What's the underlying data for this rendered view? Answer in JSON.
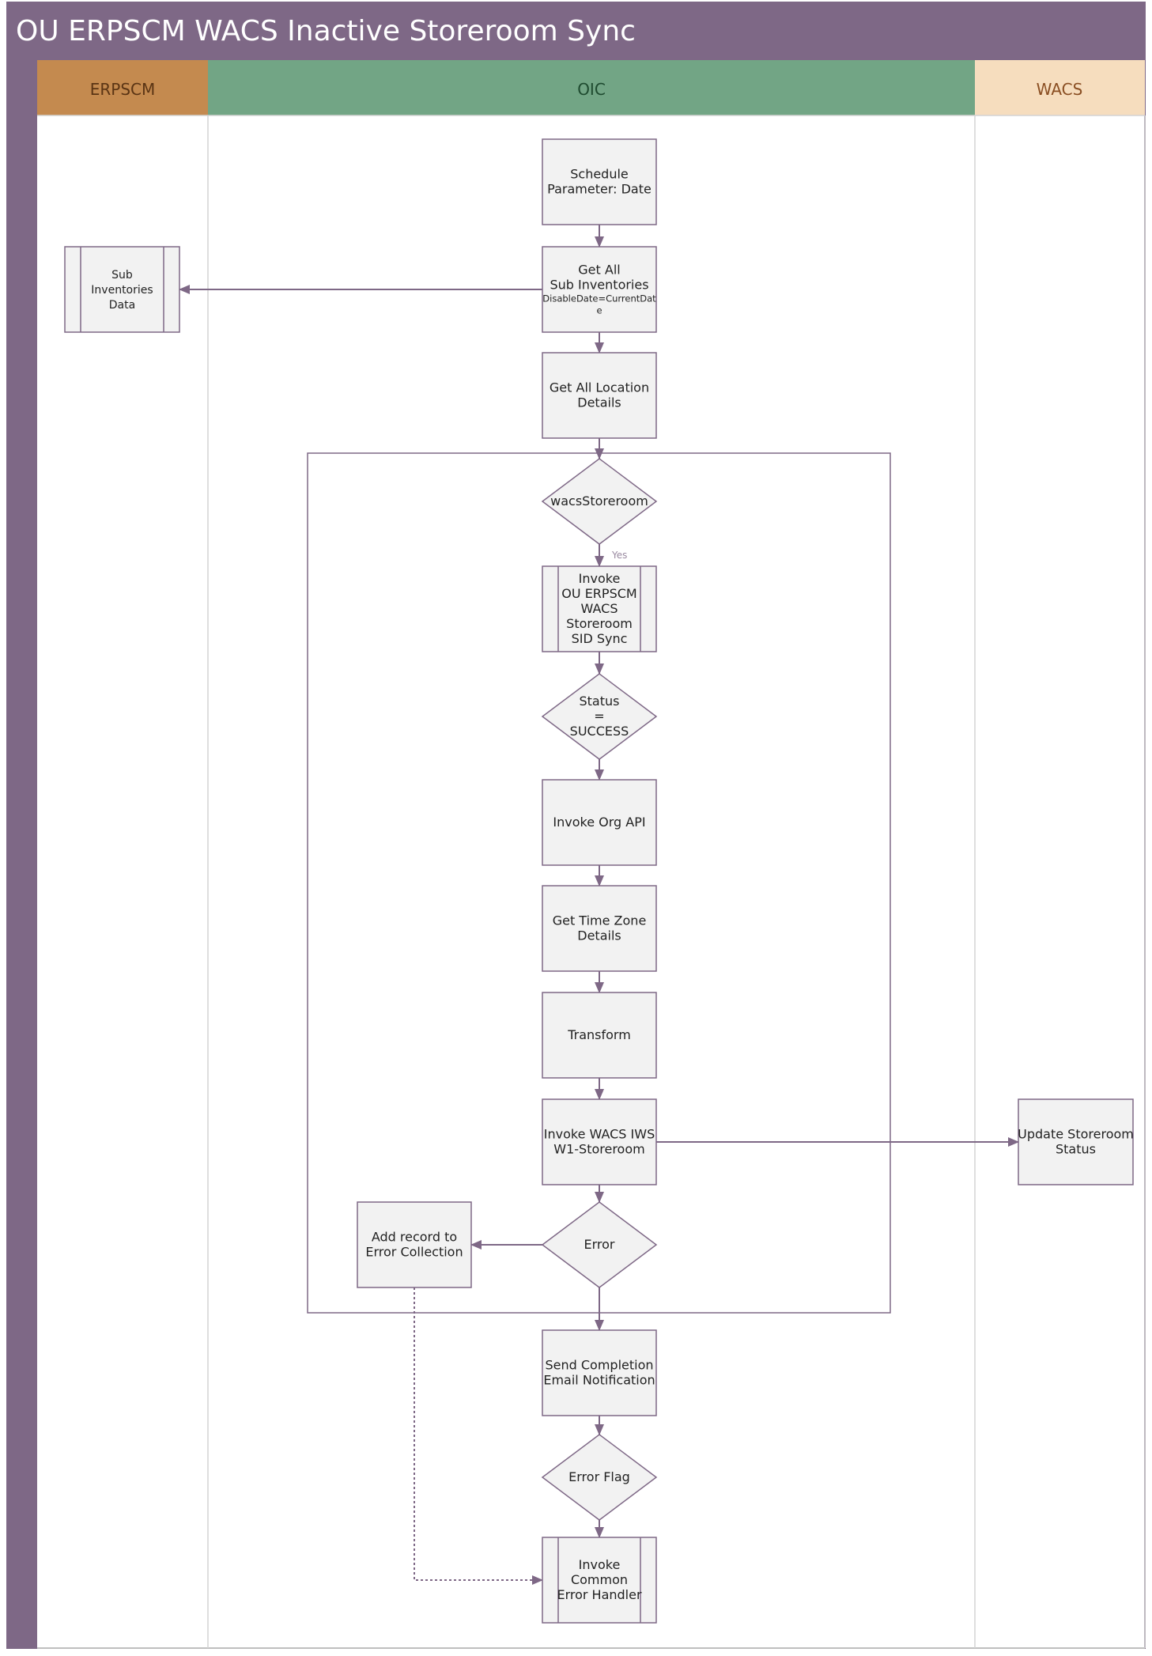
{
  "title": "OU ERPSCM WACS Inactive Storeroom Sync",
  "colors": {
    "frame": "#7E6886",
    "erpscm_header": "#C48A4F",
    "oic_header": "#72A585",
    "wacs_header": "#F6DDBE",
    "node_fill": "#F2F2F2",
    "node_stroke": "#7E6886",
    "edge": "#7E6886",
    "lane_divider": "#D4D4D4"
  },
  "lanes": [
    {
      "id": "erpscm",
      "label": "ERPSCM"
    },
    {
      "id": "oic",
      "label": "OIC"
    },
    {
      "id": "wacs",
      "label": "WACS"
    }
  ],
  "nodes": [
    {
      "id": "schedule",
      "kind": "process",
      "lines": [
        "Schedule",
        "Parameter: Date"
      ]
    },
    {
      "id": "get-sub-inv",
      "kind": "process",
      "lines": [
        "Get All",
        "Sub Inventories"
      ],
      "small_lines": [
        "DisableDate=CurrentDat",
        "e"
      ]
    },
    {
      "id": "sub-inv-data",
      "kind": "subprocess",
      "lines": [
        "Sub",
        "Inventories",
        "Data"
      ]
    },
    {
      "id": "get-locations",
      "kind": "process",
      "lines": [
        "Get All Location",
        "Details"
      ]
    },
    {
      "id": "wacs-storeroom",
      "kind": "decision",
      "lines": [
        "wacsStoreroom"
      ]
    },
    {
      "id": "invoke-sid-sync",
      "kind": "subprocess",
      "lines": [
        "Invoke",
        "OU ERPSCM",
        "WACS",
        "Storeroom",
        "SID Sync"
      ]
    },
    {
      "id": "status-success",
      "kind": "decision",
      "lines": [
        "Status",
        "=",
        "SUCCESS"
      ]
    },
    {
      "id": "invoke-org-api",
      "kind": "process",
      "lines": [
        "Invoke Org API"
      ]
    },
    {
      "id": "get-timezone",
      "kind": "process",
      "lines": [
        "Get Time Zone",
        "Details"
      ]
    },
    {
      "id": "transform",
      "kind": "process",
      "lines": [
        "Transform"
      ]
    },
    {
      "id": "invoke-wacs-iws",
      "kind": "process",
      "lines": [
        "Invoke WACS IWS",
        "W1-Storeroom"
      ]
    },
    {
      "id": "update-storeroom",
      "kind": "process",
      "lines": [
        "Update Storeroom",
        "Status"
      ]
    },
    {
      "id": "error-decision",
      "kind": "decision",
      "lines": [
        "Error"
      ]
    },
    {
      "id": "add-error-record",
      "kind": "process",
      "lines": [
        "Add record to",
        "Error Collection"
      ]
    },
    {
      "id": "send-email",
      "kind": "process",
      "lines": [
        "Send Completion",
        "Email Notification"
      ]
    },
    {
      "id": "error-flag",
      "kind": "decision",
      "lines": [
        "Error Flag"
      ]
    },
    {
      "id": "common-error-handler",
      "kind": "subprocess",
      "lines": [
        "Invoke",
        "Common",
        "Error Handler"
      ]
    }
  ],
  "edges": [
    {
      "from": "schedule",
      "to": "get-sub-inv"
    },
    {
      "from": "get-sub-inv",
      "to": "sub-inv-data"
    },
    {
      "from": "get-sub-inv",
      "to": "get-locations"
    },
    {
      "from": "get-locations",
      "to": "wacs-storeroom"
    },
    {
      "from": "wacs-storeroom",
      "to": "invoke-sid-sync",
      "label": "Yes"
    },
    {
      "from": "invoke-sid-sync",
      "to": "status-success"
    },
    {
      "from": "status-success",
      "to": "invoke-org-api"
    },
    {
      "from": "invoke-org-api",
      "to": "get-timezone"
    },
    {
      "from": "get-timezone",
      "to": "transform"
    },
    {
      "from": "transform",
      "to": "invoke-wacs-iws"
    },
    {
      "from": "invoke-wacs-iws",
      "to": "update-storeroom"
    },
    {
      "from": "invoke-wacs-iws",
      "to": "error-decision"
    },
    {
      "from": "error-decision",
      "to": "add-error-record"
    },
    {
      "from": "error-decision",
      "to": "send-email"
    },
    {
      "from": "send-email",
      "to": "error-flag"
    },
    {
      "from": "error-flag",
      "to": "common-error-handler"
    },
    {
      "from": "add-error-record",
      "to": "common-error-handler",
      "dashed": true
    }
  ]
}
